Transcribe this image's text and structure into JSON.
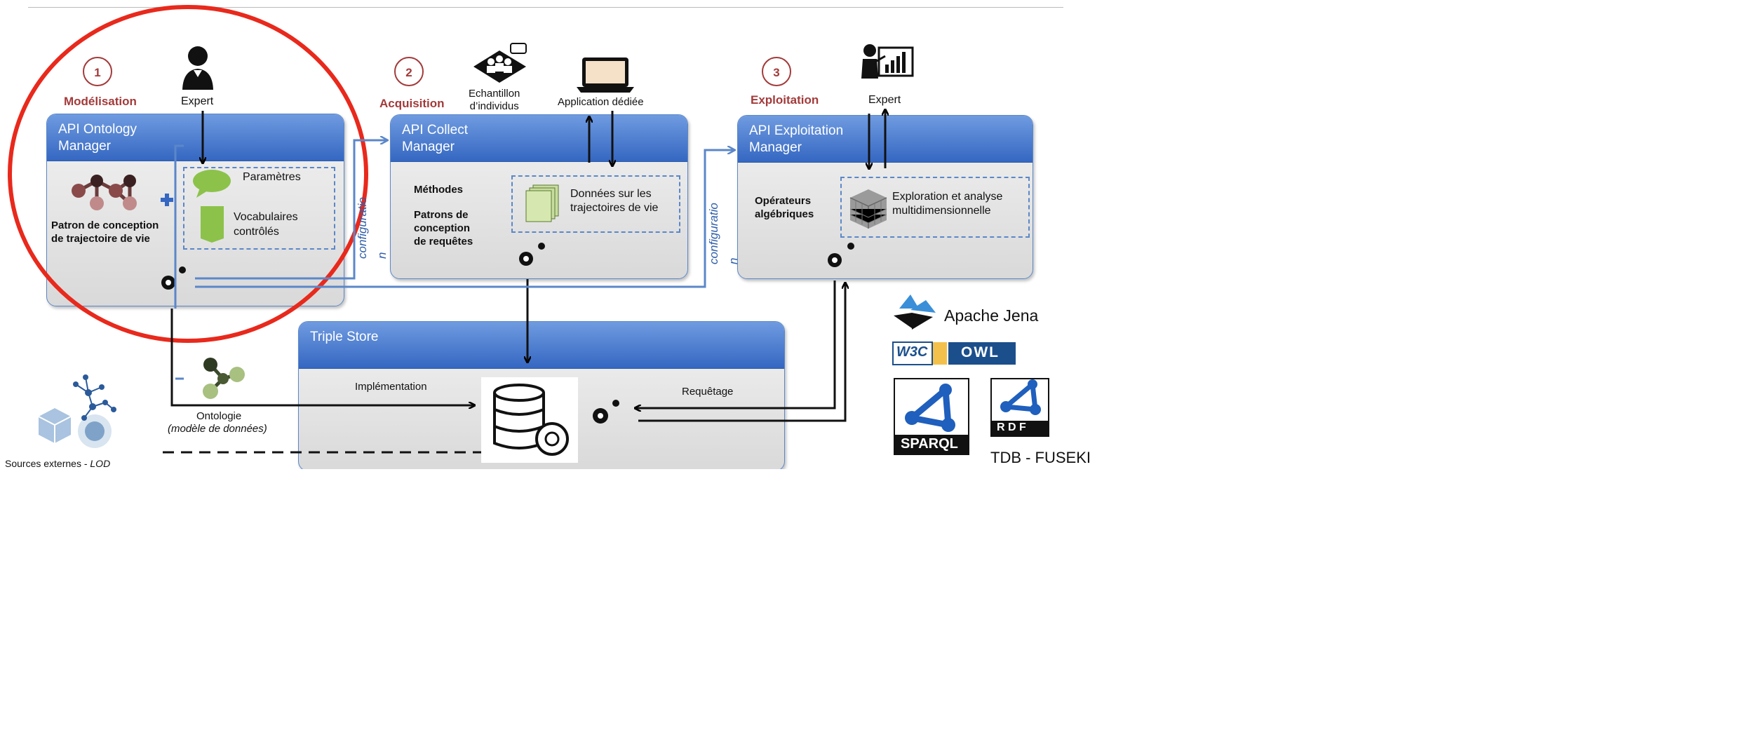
{
  "step1": {
    "number": "1",
    "label": "Modélisation"
  },
  "step2": {
    "number": "2",
    "label": "Acquisition"
  },
  "step3": {
    "number": "3",
    "label": "Exploitation"
  },
  "expert_left": "Expert",
  "expert_right": "Expert",
  "echantillon": "Echantillon\nd’individus",
  "application": "Application dédiée",
  "api_ontology": {
    "title": "API Ontology\nManager",
    "parametres": "Paramètres",
    "vocabulaires": "Vocabulaires\ncontrôlés",
    "patron": "Patron de conception\nde trajectoire de vie"
  },
  "api_collect": {
    "title": "API Collect\nManager",
    "methodes": "Méthodes",
    "patrons": "Patrons de\nconception\nde requêtes",
    "donnees": "Données sur les\ntrajectoires de vie"
  },
  "api_exploitation": {
    "title": "API Exploitation\nManager",
    "operateurs": "Opérateurs\nalgébriques",
    "exploration": "Exploration et analyse\nmultidimensionnelle"
  },
  "configuration_1": "configuratio\nn",
  "configuration_2": "configuratio\nn",
  "triple_store": {
    "title": "Triple Store",
    "implementation": "Implémentation",
    "requetage": "Requêtage"
  },
  "ontologie": {
    "line1": "Ontologie",
    "line2": "(modèle de données)"
  },
  "sources": {
    "text": "Sources externes - ",
    "lod": "LOD"
  },
  "logos": {
    "jena": "Apache Jena",
    "w3c": "W3C",
    "owl": "OWL",
    "sparql": "SPARQL",
    "rdf": "R D F",
    "tdb": "TDB - FUSEKI"
  },
  "colors": {
    "accent_red": "#a33a3a",
    "panel_blue": "#3567c2",
    "circle_red": "#e8291c",
    "dash_blue": "#5b87c9"
  }
}
